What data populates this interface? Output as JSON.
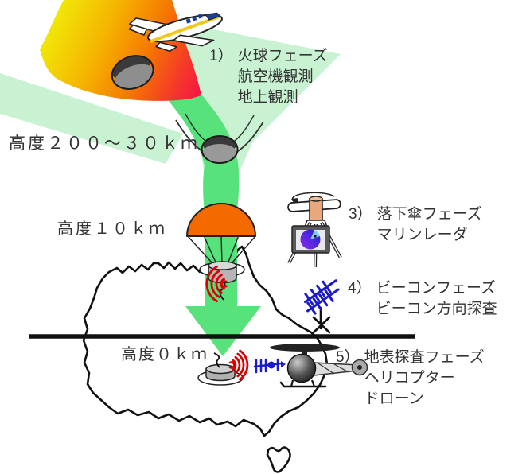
{
  "labels": {
    "altitude_200_30": "高度２００～３０ｋｍ",
    "altitude_10": "高度１０ｋｍ",
    "altitude_0": "高度０ｋｍ",
    "phase1": {
      "num": "1）",
      "lines": [
        "火球フェーズ",
        "航空機観測",
        "地上観測"
      ]
    },
    "phase3": {
      "num": "3）",
      "lines": [
        "落下傘フェーズ",
        "マリンレーダ"
      ]
    },
    "phase4": {
      "num": "4）",
      "lines": [
        "ビーコンフェーズ",
        "ビーコン方向探査"
      ]
    },
    "phase5": {
      "num": "5）",
      "lines": [
        "地表探査フェーズ",
        "ヘリコプター",
        "ドローン"
      ]
    }
  },
  "icons": {
    "airplane": "airplane-icon",
    "fireball": "fireball-icon",
    "capsule_fireball": "capsule-icon",
    "capsule_shockfront": "capsule-icon",
    "parachute": "parachute-icon",
    "capsule_parachute": "capsule-icon",
    "marine_radar": "marine-radar-icon",
    "beacon_antenna": "beacon-antenna-icon",
    "ground_capsule": "capsule-icon",
    "helicopter": "helicopter-icon",
    "radio_waves": "radio-wave-icon",
    "australia": "australia-map-outline",
    "descent_path": "descent-arrow"
  },
  "colors": {
    "descent_green": "#57e27b",
    "pale_green": "#c8f2d2",
    "fireball_yellow": "#f0ee0a",
    "fireball_orange": "#f57900",
    "fireball_red": "#f51844",
    "parachute_orange": "#f26a00",
    "beacon_blue": "#1a1acc",
    "wave_red": "#dd0000",
    "ground_line": "#111111"
  }
}
